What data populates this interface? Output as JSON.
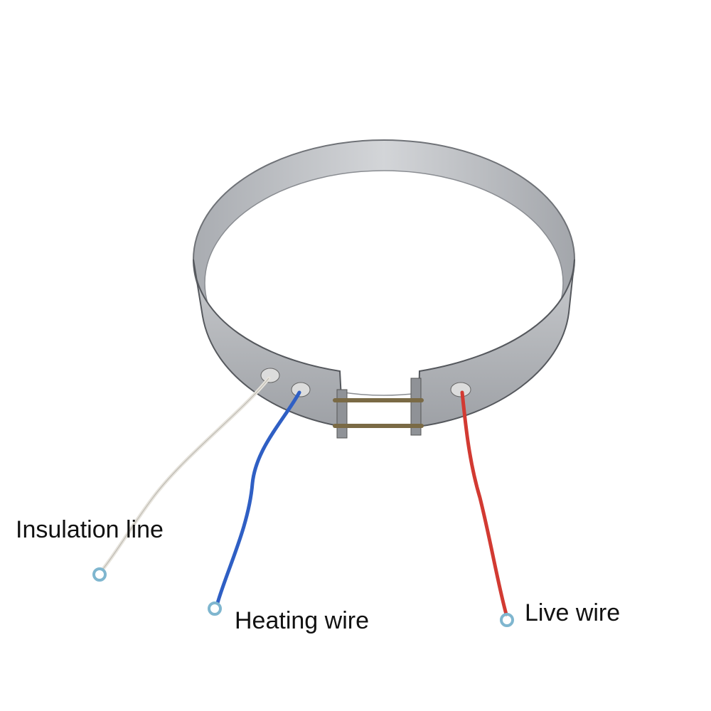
{
  "labels": {
    "insulation_line": "Insulation line",
    "heating_wire": "Heating wire",
    "live_wire": "Live wire"
  },
  "colors": {
    "band": "#b9bcc0",
    "insulation_wire": "#e6e3dc",
    "heating_wire": "#2f5fc4",
    "live_wire": "#d23a32",
    "terminal_ring": "#7fb6cf"
  }
}
